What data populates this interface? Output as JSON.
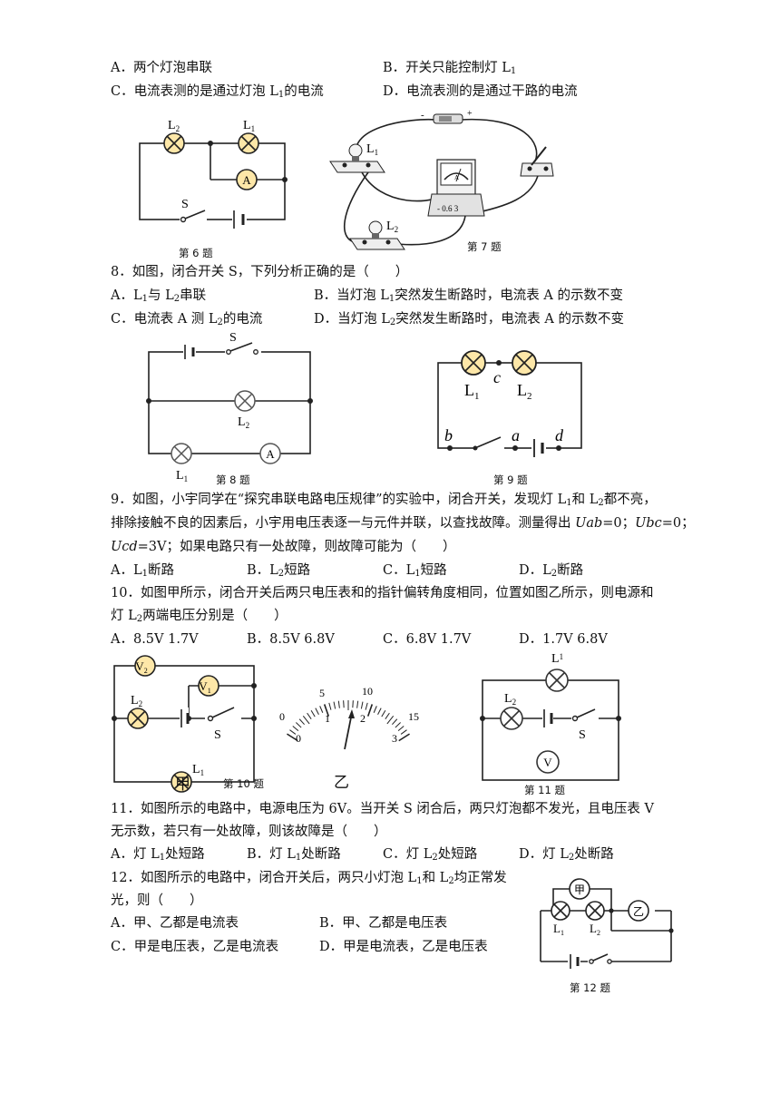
{
  "q7": {
    "optA": "A．两个灯泡串联",
    "optB_pre": "B．开关只能控制灯 L",
    "optB_sub": "1",
    "optC_pre": "C．电流表测的是通过灯泡 L",
    "optC_sub": "1",
    "optC_post": "的电流",
    "optD": "D．电流表测的是通过干路的电流"
  },
  "fig6": {
    "caption": "第 6 题",
    "l1": "L",
    "l1s": "1",
    "l2": "L",
    "l2s": "2",
    "ammeter": "A",
    "switch": "S"
  },
  "fig7": {
    "caption": "第 7 题",
    "l1": "L",
    "l1s": "1",
    "l2": "L",
    "l2s": "2",
    "meter": "A",
    "minus": "-",
    "plus": "+",
    "scale": "- 0.6 3"
  },
  "q8": {
    "stem": "8．如图，闭合开关 S，下列分析正确的是（　　）",
    "optA_a": "A．L",
    "optA_s1": "1",
    "optA_b": "与 L",
    "optA_s2": "2",
    "optA_c": "串联",
    "optB_a": "B．当灯泡 L",
    "optB_s": "1",
    "optB_b": "突然发生断路时，电流表 A 的示数不变",
    "optC_a": "C．电流表 A 测 L",
    "optC_s": "2",
    "optC_b": "的电流",
    "optD_a": "D．当灯泡 L",
    "optD_s": "2",
    "optD_b": "突然发生断路时，电流表 A 的示数不变"
  },
  "fig8": {
    "caption": "第 8 题",
    "switch": "S",
    "l1": "L",
    "l1s": "1",
    "l2": "L",
    "l2s": "2",
    "ammeter": "A"
  },
  "fig9": {
    "caption": "第 9 题",
    "l1": "L",
    "l1s": "1",
    "l2": "L",
    "l2s": "2",
    "a": "a",
    "b": "b",
    "c": "c",
    "d": "d"
  },
  "q9": {
    "line1_a": "9．如图，小宇同学在“探究串联电路电压规律”的实验中，闭合开关，发现灯 L",
    "line1_s1": "1",
    "line1_b": "和 L",
    "line1_s2": "2",
    "line1_c": "都不亮，",
    "line2": "排除接触不良的因素后，小宇用电压表逐一与元件并联，以查找故障。测量得出 ",
    "uab": "Uab",
    "v1": "=0；",
    "ubc": "Ubc",
    "v2": "=0；",
    "ucd": "Ucd",
    "v3": "=3V；如果电路只有一处故障，则故障可能为（　　）",
    "optA_a": "A．L",
    "optA_s": "1",
    "optA_b": "断路",
    "optB_a": "B．L",
    "optB_s": "2",
    "optB_b": "短路",
    "optC_a": "C．L",
    "optC_s": "1",
    "optC_b": "短路",
    "optD_a": "D．L",
    "optD_s": "2",
    "optD_b": "断路"
  },
  "q10": {
    "line1": "10．如图甲所示，闭合开关后两只电压表和的指针偏转角度相同，位置如图乙所示，则电源和",
    "line2_a": "灯 L",
    "line2_s": "2",
    "line2_b": "两端电压分别是（　　）",
    "optA": "A．8.5V 1.7V",
    "optB": "B．8.5V 6.8V",
    "optC": "C．6.8V 1.7V",
    "optD": "D．1.7V 6.8V"
  },
  "fig10": {
    "caption": "第 10 题",
    "jia": "甲",
    "yi": "乙",
    "v1": "V",
    "v1s": "1",
    "v2": "V",
    "v2s": "2",
    "l1": "L",
    "l1s": "1",
    "l2": "L",
    "l2s": "2",
    "switch": "S",
    "scale_top": [
      "0",
      "5",
      "10",
      "15"
    ],
    "scale_bottom": [
      "0",
      "1",
      "2",
      "3"
    ]
  },
  "fig11": {
    "caption": "第 11 题",
    "l1": "L",
    "l1s": "1",
    "l2": "L",
    "l2s": "2",
    "switch": "S",
    "voltmeter": "V"
  },
  "q11": {
    "line1": "11．如图所示的电路中，电源电压为 6V。当开关 S 闭合后，两只灯泡都不发光，且电压表 V",
    "line2": "无示数，若只有一处故障，则该故障是（　　）",
    "optA_a": "A．灯 L",
    "optA_s": "1",
    "optA_b": "处短路",
    "optB_a": "B．灯 L",
    "optB_s": "1",
    "optB_b": "处断路",
    "optC_a": "C．灯 L",
    "optC_s": "2",
    "optC_b": "处短路",
    "optD_a": "D．灯 L",
    "optD_s": "2",
    "optD_b": "处断路"
  },
  "q12": {
    "line1_a": "12．如图所示的电路中，闭合开关后，两只小灯泡 L",
    "line1_s1": "1",
    "line1_b": "和 L",
    "line1_s2": "2",
    "line1_c": "均正常发",
    "line2": "光，则（　　）",
    "optA": "A．甲、乙都是电流表",
    "optB": "B．甲、乙都是电压表",
    "optC": "C．甲是电压表，乙是电流表",
    "optD": "D．甲是电流表，乙是电压表"
  },
  "fig12": {
    "caption": "第 12 题",
    "jia": "甲",
    "yi": "乙",
    "l1": "L",
    "l1s": "1",
    "l2": "L",
    "l2s": "2"
  }
}
